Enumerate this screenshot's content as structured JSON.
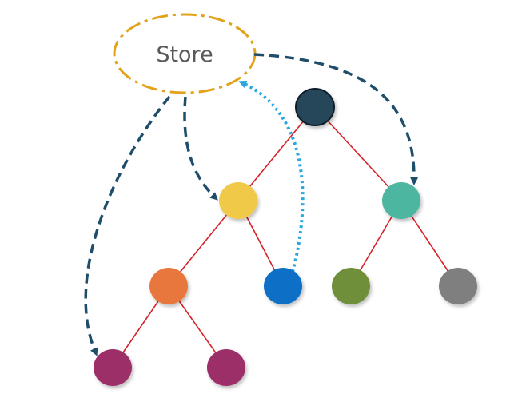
{
  "store": {
    "label": "Store",
    "border_color": "#e3a21a"
  },
  "tree": {
    "edge_color": "#d62027",
    "nodes": [
      {
        "id": "root",
        "color": "#27465a",
        "stroke": "#0f1f2b"
      },
      {
        "id": "yellow",
        "color": "#f0c94a"
      },
      {
        "id": "teal",
        "color": "#4db6a0"
      },
      {
        "id": "orange",
        "color": "#e8773c"
      },
      {
        "id": "blue",
        "color": "#0b6fc6"
      },
      {
        "id": "green",
        "color": "#6f8f3a"
      },
      {
        "id": "gray",
        "color": "#7f7f7f"
      },
      {
        "id": "magenta-left",
        "color": "#9c2f68"
      },
      {
        "id": "magenta-right",
        "color": "#9c2f68"
      }
    ]
  },
  "arrows": {
    "dashed_color": "#1f4e6b",
    "dotted_color": "#29a8e0"
  }
}
